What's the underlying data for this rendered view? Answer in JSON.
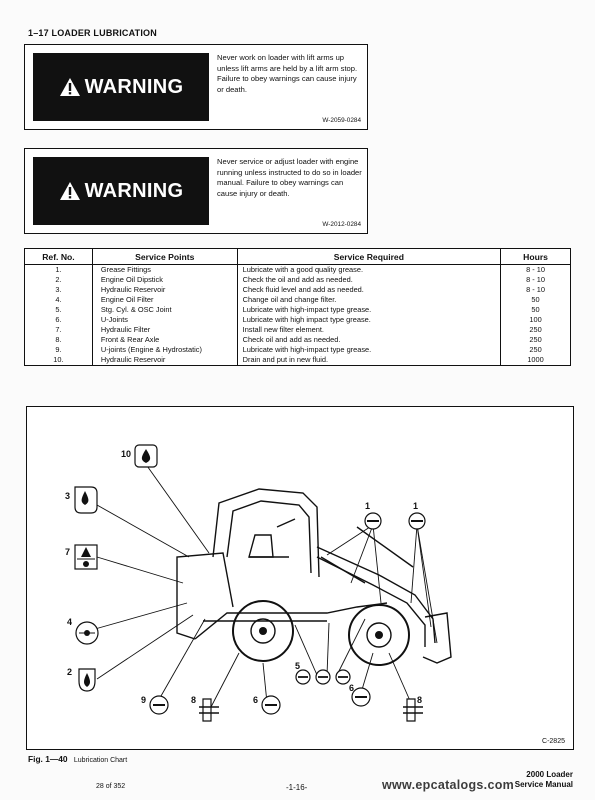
{
  "section_title": "1–17 LOADER LUBRICATION",
  "warnings": [
    {
      "label": "WARNING",
      "text": "Never work on loader with lift arms up unless lift arms are held by a lift arm stop. Failure to obey warnings can cause injury or death.",
      "code": "W-2059-0284"
    },
    {
      "label": "WARNING",
      "text": "Never service or adjust loader with engine running unless instructed to do so in loader manual. Failure to obey warnings can cause injury or death.",
      "code": "W-2012-0284"
    }
  ],
  "table": {
    "headers": [
      "Ref. No.",
      "Service Points",
      "Service Required",
      "Hours"
    ],
    "rows": [
      {
        "ref": "1.",
        "point": "Grease Fittings",
        "required": "Lubricate with a good quality grease.",
        "hours": "8 - 10"
      },
      {
        "ref": "2.",
        "point": "Engine Oil Dipstick",
        "required": "Check the oil and add as needed.",
        "hours": "8 - 10"
      },
      {
        "ref": "3.",
        "point": "Hydraulic Reservoir",
        "required": "Check fluid level and add as needed.",
        "hours": "8 - 10"
      },
      {
        "ref": "4.",
        "point": "Engine Oil Filter",
        "required": "Change oil and change filter.",
        "hours": "50"
      },
      {
        "ref": "5.",
        "point": "Stg. Cyl. & OSC Joint",
        "required": "Lubricate with high-impact type grease.",
        "hours": "50"
      },
      {
        "ref": "6.",
        "point": "U-Joints",
        "required": "Lubricate with high impact type grease.",
        "hours": "100"
      },
      {
        "ref": "7.",
        "point": "Hydraulic Filter",
        "required": "Install new filter element.",
        "hours": "250"
      },
      {
        "ref": "8.",
        "point": "Front & Rear Axle",
        "required": "Check oil and add as needed.",
        "hours": "250"
      },
      {
        "ref": "9.",
        "point": "U-joints (Engine & Hydrostatic)",
        "required": "Lubricate with high-impact type grease.",
        "hours": "250"
      },
      {
        "ref": "10.",
        "point": "Hydraulic Reservoir",
        "required": "Drain and put in new fluid.",
        "hours": "1000"
      }
    ]
  },
  "figure": {
    "callouts": [
      "10",
      "3",
      "7",
      "4",
      "2",
      "9",
      "8",
      "6",
      "5",
      "1",
      "1",
      "6",
      "8"
    ],
    "code": "C-2825",
    "caption_number": "Fig. 1—40",
    "caption_text": "Lubrication Chart"
  },
  "footer": {
    "page_counter": "28 of 352",
    "page_number": "-1-16-",
    "manual_title_line1": "2000 Loader",
    "manual_title_line2": "Service Manual",
    "watermark": "www.epcatalogs.com"
  },
  "colors": {
    "ink": "#111111",
    "paper": "#ffffff"
  }
}
